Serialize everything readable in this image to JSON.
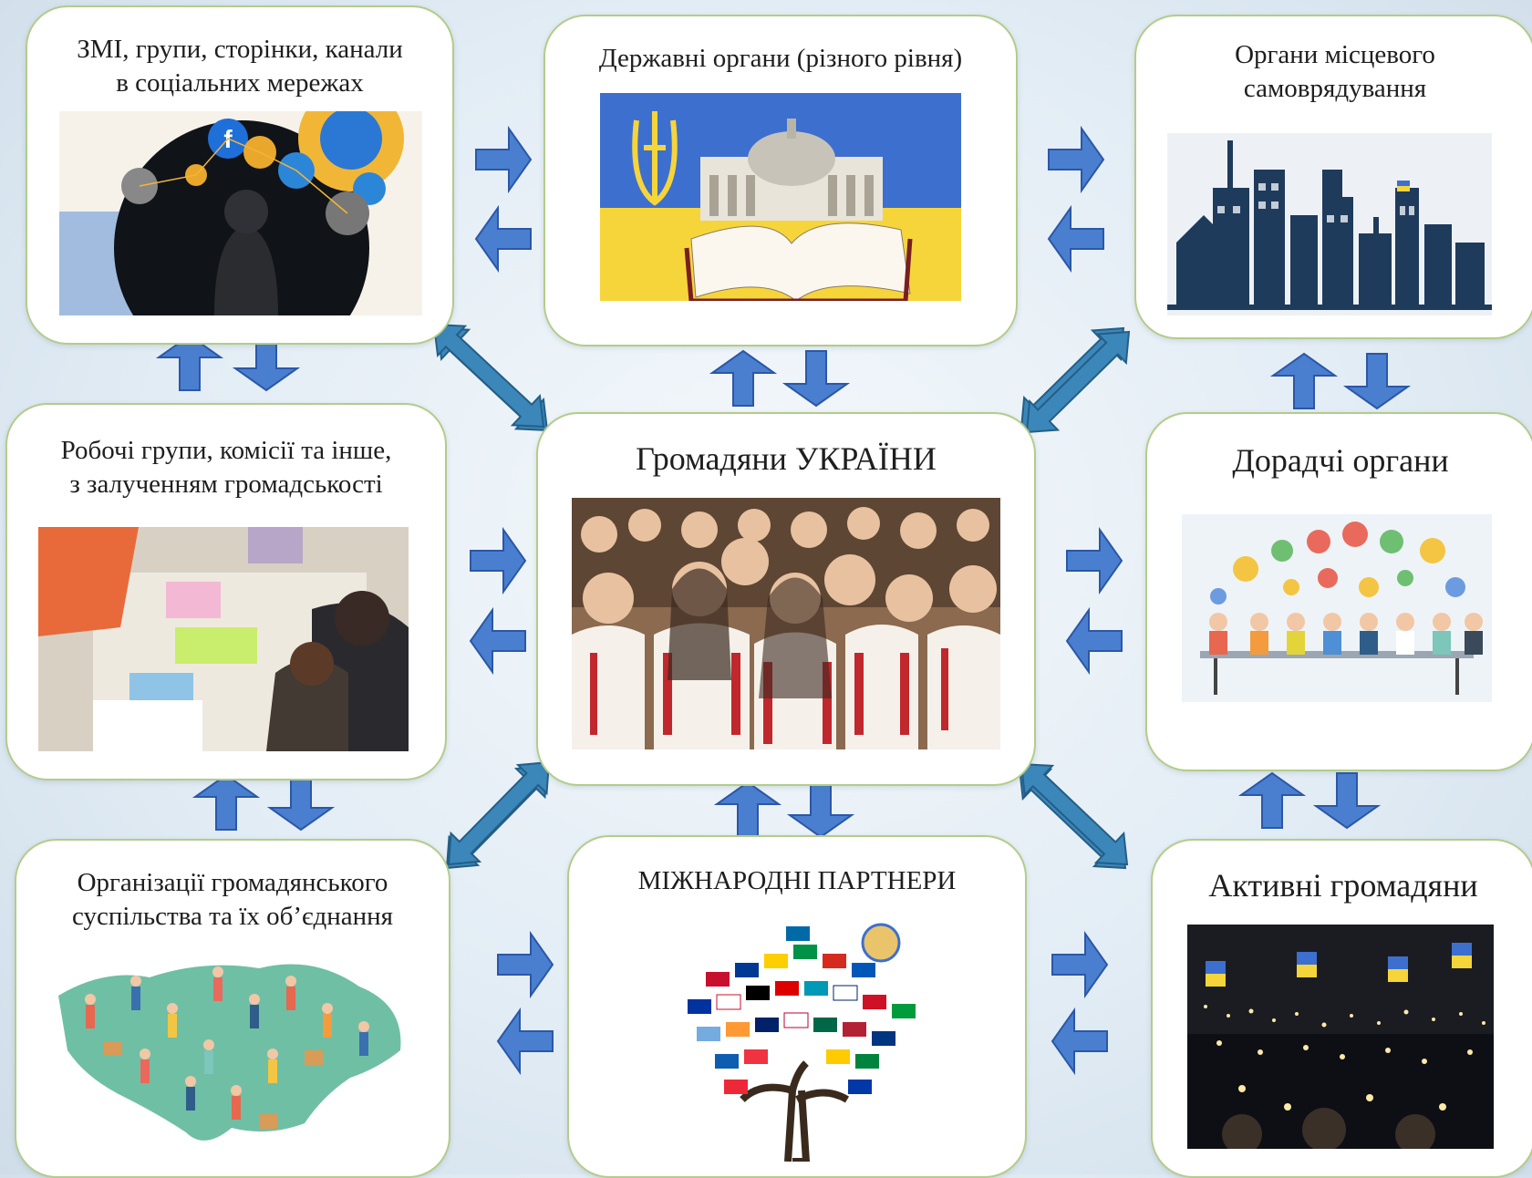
{
  "nodes": {
    "media": {
      "title": "ЗМІ, групи, сторінки, канали\nв соціальних мережах",
      "image_icon": "social-media-network-icon"
    },
    "state": {
      "title": "Державні органи (різного рівня)",
      "image_icon": "ukraine-parliament-icon"
    },
    "local": {
      "title": "Органи місцевого\nсамоврядування",
      "image_icon": "city-skyline-icon"
    },
    "working": {
      "title": "Робочі групи, комісії та інше,\nз залученням громадськості",
      "image_icon": "working-group-meeting-icon"
    },
    "citizens": {
      "title": "Громадяни УКРАЇНИ",
      "image_icon": "crowd-of-citizens-icon"
    },
    "advisory": {
      "title": "Дорадчі органи",
      "image_icon": "advisory-meeting-icon"
    },
    "cso": {
      "title": "Організації громадянського\nсуспільства та їх об’єднання",
      "image_icon": "ukraine-map-people-icon"
    },
    "partners": {
      "title": "МІЖНАРОДНІ ПАРТНЕРИ",
      "image_icon": "flags-tree-icon"
    },
    "active": {
      "title": "Активні громадяни",
      "image_icon": "night-rally-lights-icon"
    }
  },
  "colors": {
    "arrow_fill": "#4a7fcf",
    "arrow_stroke": "#2b57a8",
    "diagonal_fill": "#3b87b9",
    "diagonal_stroke": "#245e87",
    "card_border": "#b3cc8a",
    "flag_blue": "#3d6fcf",
    "flag_yellow": "#f6d53a"
  },
  "connections": [
    {
      "from": "media",
      "to": "state",
      "type": "two-way"
    },
    {
      "from": "state",
      "to": "local",
      "type": "two-way"
    },
    {
      "from": "media",
      "to": "working",
      "type": "two-way"
    },
    {
      "from": "state",
      "to": "citizens",
      "type": "two-way"
    },
    {
      "from": "local",
      "to": "advisory",
      "type": "two-way"
    },
    {
      "from": "working",
      "to": "citizens",
      "type": "two-way"
    },
    {
      "from": "citizens",
      "to": "advisory",
      "type": "two-way"
    },
    {
      "from": "working",
      "to": "cso",
      "type": "two-way"
    },
    {
      "from": "citizens",
      "to": "partners",
      "type": "two-way"
    },
    {
      "from": "advisory",
      "to": "active",
      "type": "two-way"
    },
    {
      "from": "cso",
      "to": "partners",
      "type": "two-way"
    },
    {
      "from": "partners",
      "to": "active",
      "type": "two-way"
    },
    {
      "from": "citizens",
      "to": "media",
      "type": "diagonal"
    },
    {
      "from": "citizens",
      "to": "local",
      "type": "diagonal"
    },
    {
      "from": "citizens",
      "to": "cso",
      "type": "diagonal"
    },
    {
      "from": "citizens",
      "to": "active",
      "type": "diagonal"
    }
  ]
}
